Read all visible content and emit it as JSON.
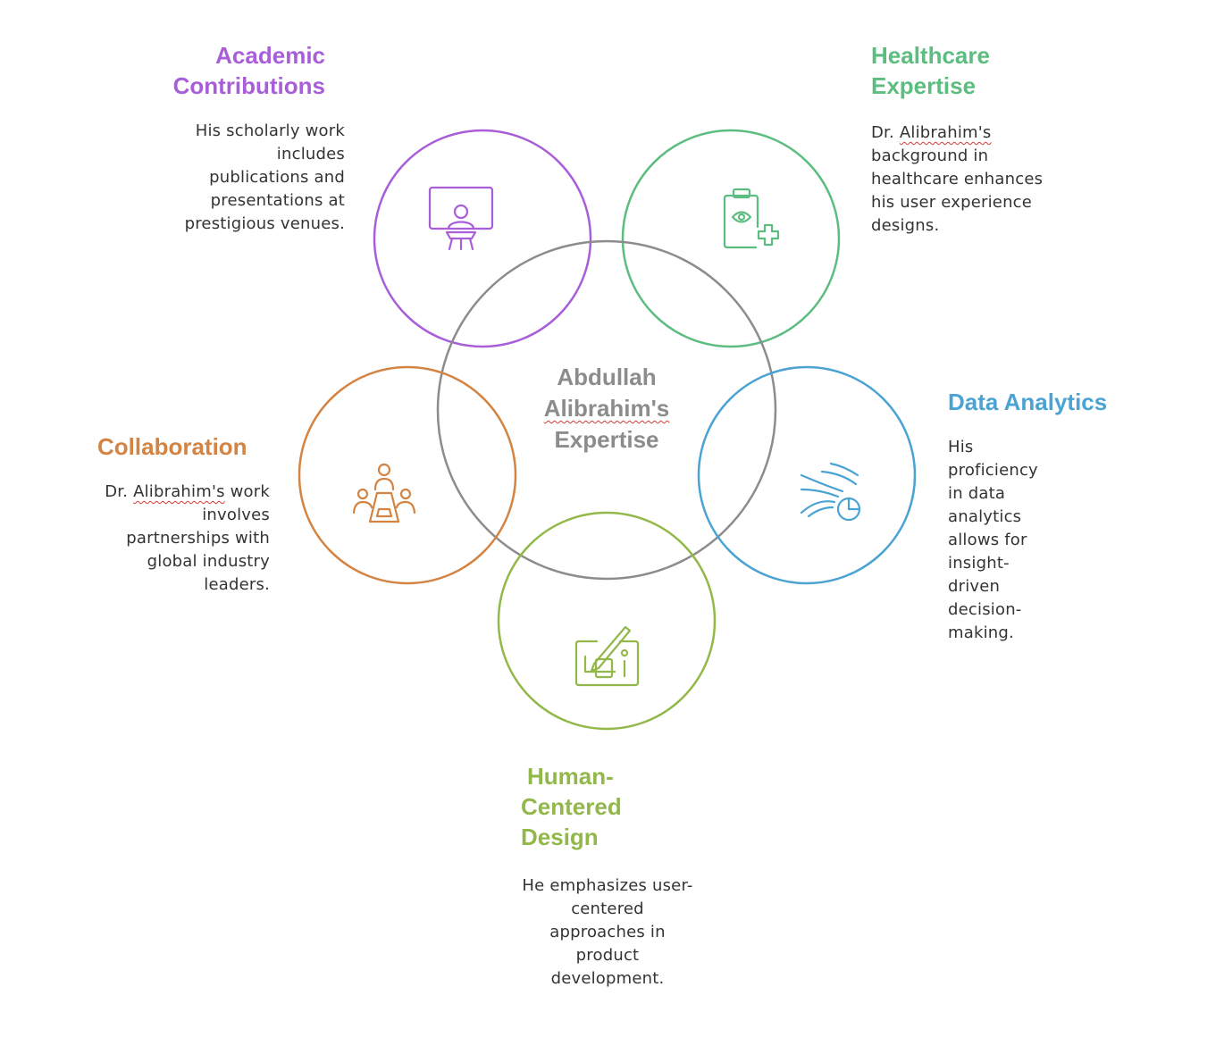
{
  "center": {
    "lines": [
      "Abdullah",
      "Alibrahim's",
      "Expertise"
    ]
  },
  "colors": {
    "center": "#8c8c8c",
    "academic": "#a95ed9",
    "healthcare": "#5dbd80",
    "data": "#4aa3d3",
    "collaboration": "#d38442",
    "human": "#93b84a"
  },
  "nodes": {
    "academic": {
      "icon": "presentation-podium-icon",
      "title": [
        "Academic",
        "Contributions"
      ],
      "desc": [
        "His scholarly work",
        "includes",
        "publications and",
        "presentations at",
        "prestigious venues."
      ]
    },
    "healthcare": {
      "icon": "medical-clipboard-eye-icon",
      "title": [
        "Healthcare",
        "Expertise"
      ],
      "desc_lead": "Dr. ",
      "desc_mark": "Alibrahim's",
      "desc": [
        "background in",
        "healthcare enhances",
        "his user experience",
        "designs."
      ]
    },
    "data": {
      "icon": "data-flow-pie-icon",
      "title": [
        "Data Analytics"
      ],
      "desc": [
        "His",
        "proficiency",
        "in data",
        "analytics",
        "allows for",
        "insight-",
        "driven",
        "decision-",
        "making."
      ]
    },
    "collaboration": {
      "icon": "team-meeting-icon",
      "title": [
        "Collaboration"
      ],
      "desc_lead": "Dr. ",
      "desc_mark": "Alibrahim's",
      "desc_tail": " work",
      "desc": [
        "involves",
        "partnerships with",
        "global industry",
        "leaders."
      ]
    },
    "human": {
      "icon": "design-tablet-pen-icon",
      "title": [
        "Human-",
        "Centered",
        "Design"
      ],
      "desc": [
        "He emphasizes user-",
        "centered",
        "approaches in",
        "product",
        "development."
      ]
    }
  }
}
